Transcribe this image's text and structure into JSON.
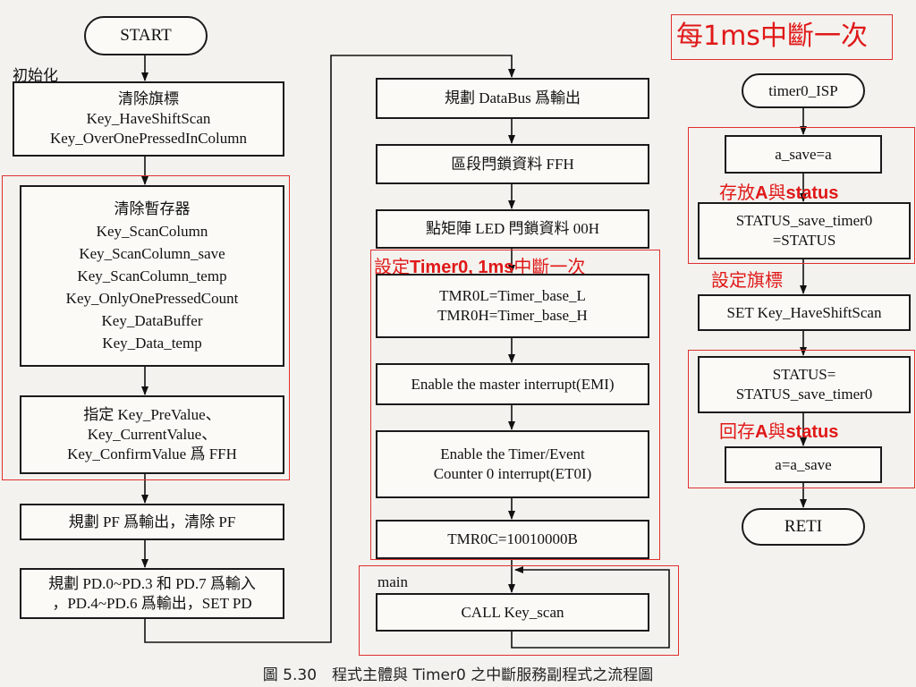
{
  "header_note": "每1ms中斷一次",
  "init_label": "初始化",
  "col1": {
    "start": "START",
    "clear_flags": [
      "清除旗標",
      "Key_HaveShiftScan",
      "Key_OverOnePressedInColumn"
    ],
    "clear_regs": [
      "清除暫存器",
      "Key_ScanColumn",
      "Key_ScanColumn_save",
      "Key_ScanColumn_temp",
      "Key_OnlyOnePressedCount",
      "Key_DataBuffer",
      "Key_Data_temp"
    ],
    "assign_values": [
      "指定 Key_PreValue、",
      "Key_CurrentValue、",
      "Key_ConfirmValue 爲 FFH"
    ],
    "pf_output": "規劃 PF 爲輸出，清除 PF",
    "pd_setup": [
      "規劃 PD.0~PD.3 和 PD.7 爲輸入",
      "，PD.4~PD.6 爲輸出，SET PD"
    ]
  },
  "col2": {
    "databus": "規劃 DataBus 爲輸出",
    "latch_block": "區段閂鎖資料 FFH",
    "latch_led": "點矩陣 LED 閂鎖資料 00H",
    "timer_note_prefix": "設定",
    "timer_note_bold": "Timer0, 1ms",
    "timer_note_suffix": "中斷一次",
    "tmr0": [
      "TMR0L=Timer_base_L",
      "TMR0H=Timer_base_H"
    ],
    "emi": "Enable the master interrupt(EMI)",
    "et0i": [
      "Enable the Timer/Event",
      "Counter 0 interrupt(ET0I)"
    ],
    "tmr0c": "TMR0C=10010000B",
    "main_label": "main",
    "call": "CALL Key_scan"
  },
  "col3": {
    "isp": "timer0_ISP",
    "a_save": "a_save=a",
    "save_note_prefix": "存放",
    "save_note_bold": "A",
    "save_note_mid": "與",
    "save_note_bold2": "status",
    "status_save": [
      "STATUS_save_timer0",
      "=STATUS"
    ],
    "flag_note": "設定旗標",
    "set_flag": "SET Key_HaveShiftScan",
    "status_restore": [
      "STATUS=",
      "STATUS_save_timer0"
    ],
    "restore_note_prefix": "回存",
    "restore_note_bold": "A",
    "restore_note_mid": "與",
    "restore_note_bold2": "status",
    "a_restore": "a=a_save",
    "reti": "RETI"
  },
  "caption": "圖 5.30　程式主體與 Timer0 之中斷服務副程式之流程圖"
}
